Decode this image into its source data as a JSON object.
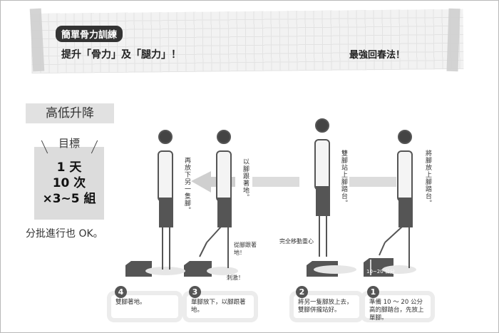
{
  "header": {
    "badge": "簡單骨力訓練",
    "subtitle": "提升「骨力」及「腿力」！",
    "slogan": "最強回春法！"
  },
  "left_panel": {
    "title": "高低升降",
    "goal_label": "目標",
    "goal_lines": [
      "1 天",
      "10 次",
      "×3~5 組"
    ],
    "note": "分批進行也 OK。"
  },
  "figure_labels": {
    "v4": "再放下另一隻腳。",
    "v3": "以腳跟著地。",
    "v2": "雙腳站上腳踏台。",
    "v1": "將腳放上腳踏台。",
    "heel": "從腳跟著地！",
    "stimulus": "刺激！",
    "weight": "完全移動重心",
    "height": "10~20 公分"
  },
  "steps": [
    {
      "num": "4",
      "text": "雙腳著地。"
    },
    {
      "num": "3",
      "text": "單腳放下，以腳跟著地。"
    },
    {
      "num": "2",
      "text": "將另一隻腳放上去，雙腳併攏站好。"
    },
    {
      "num": "1",
      "text": "準備 10 ～ 20 公分高的腳踏台，先放上單腳。"
    }
  ]
}
